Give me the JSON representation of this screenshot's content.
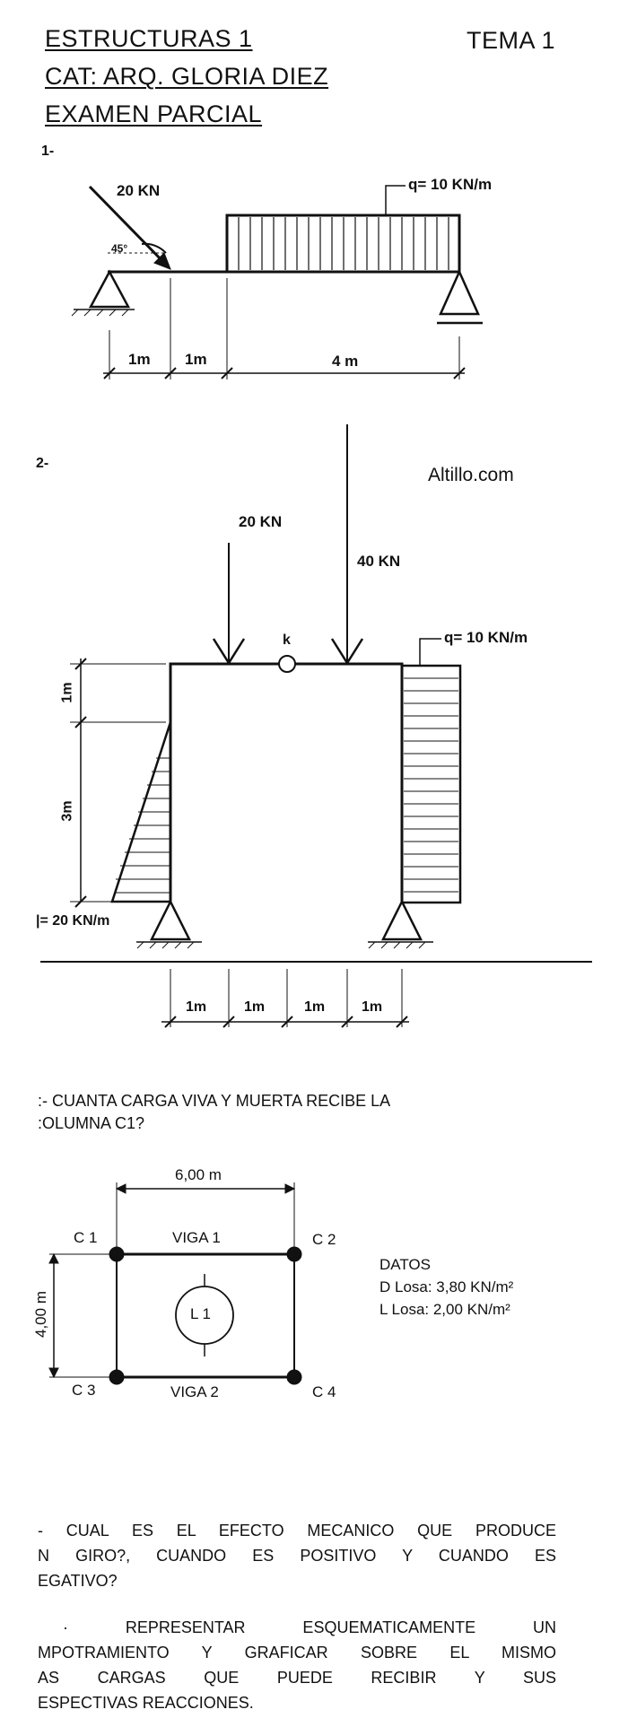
{
  "header": {
    "course": "ESTRUCTURAS 1",
    "topic": "TEMA 1",
    "teacher": "CAT: ARQ. GLORIA DIEZ",
    "exam": "EXAMEN PARCIAL"
  },
  "problem1": {
    "number": "1-",
    "point_load": "20 KN",
    "angle": "45°",
    "distributed_load": "q= 10 KN/m",
    "dims": [
      "1m",
      "1m",
      "4 m"
    ]
  },
  "watermark": "Altillo.com",
  "problem2": {
    "number": "2-",
    "load_a": "20 KN",
    "load_b": "40 KN",
    "hinge": "k",
    "right_load": "q= 10 KN/m",
    "left_load": "|= 20 KN/m",
    "height_dims": [
      "1m",
      "3m"
    ],
    "span_dims": [
      "1m",
      "1m",
      "1m",
      "1m"
    ]
  },
  "problem3": {
    "question": [
      ":- CUANTA CARGA VIVA Y MUERTA RECIBE LA",
      ":OLUMNA C1?"
    ],
    "width_dim": "6,00 m",
    "height_dim": "4,00 m",
    "columns": [
      "C 1",
      "C 2",
      "C 3",
      "C 4"
    ],
    "beams": [
      "VIGA 1",
      "VIGA 2"
    ],
    "slab": "L 1",
    "data": {
      "title": "DATOS",
      "dead": "D Losa: 3,80 KN/m²",
      "live": "L Losa: 2,00 KN/m²"
    }
  },
  "problem4": {
    "lines": [
      "- CUAL ES EL EFECTO MECANICO QUE PRODUCE",
      "N GIRO?, CUANDO ES POSITIVO Y CUANDO ES",
      "EGATIVO?"
    ]
  },
  "problem5": {
    "lines": [
      "· REPRESENTAR ESQUEMATICAMENTE UN",
      "MPOTRAMIENTO Y GRAFICAR SOBRE EL MISMO",
      "AS CARGAS QUE PUEDE RECIBIR Y SUS",
      "ESPECTIVAS REACCIONES."
    ]
  }
}
